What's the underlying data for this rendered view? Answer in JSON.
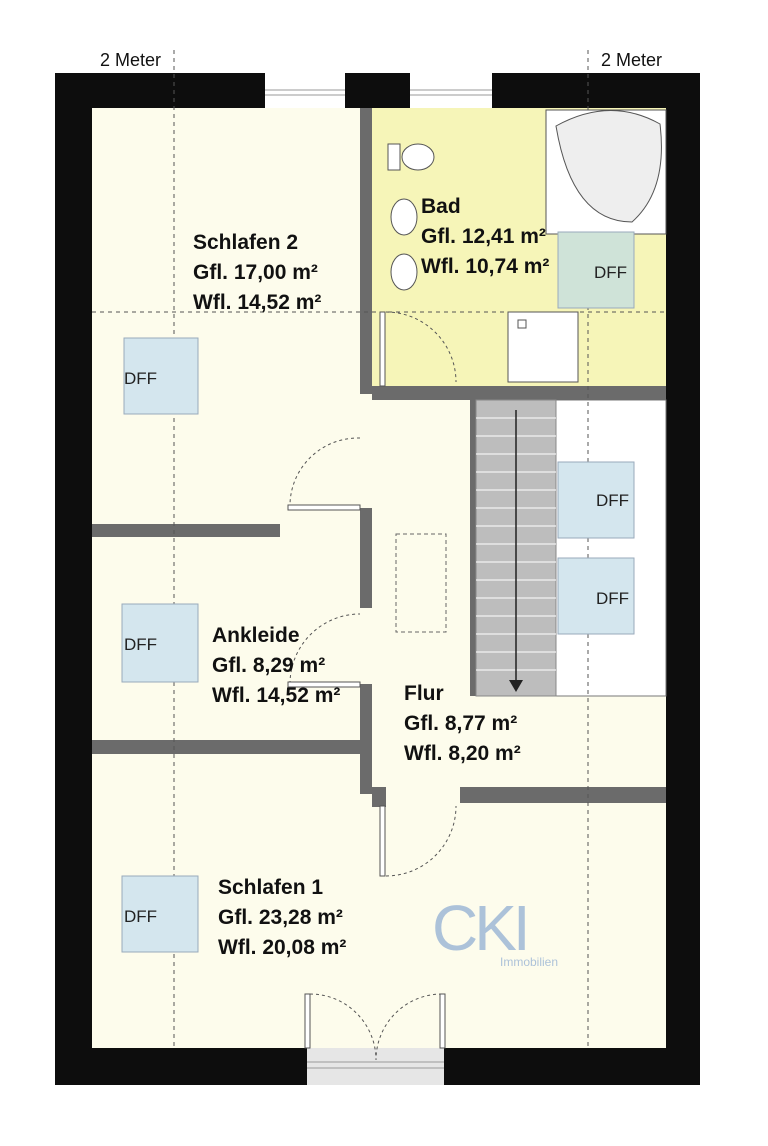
{
  "scale_labels": {
    "left": "2 Meter",
    "right": "2 Meter"
  },
  "rooms": {
    "schlafen2": {
      "name": "Schlafen 2",
      "gfl": "Gfl. 17,00 m²",
      "wfl": "Wfl. 14,52 m²"
    },
    "bad": {
      "name": "Bad",
      "gfl": "Gfl. 12,41 m²",
      "wfl": "Wfl. 10,74 m²"
    },
    "ankleide": {
      "name": "Ankleide",
      "gfl": "Gfl. 8,29 m²",
      "wfl": "Wfl. 14,52 m²"
    },
    "flur": {
      "name": "Flur",
      "gfl": "Gfl. 8,77 m²",
      "wfl": "Wfl. 8,20 m²"
    },
    "schlafen1": {
      "name": "Schlafen 1",
      "gfl": "Gfl. 23,28 m²",
      "wfl": "Wfl. 20,08 m²"
    }
  },
  "skylight_label": "DFF",
  "logo": {
    "letters": "CKI",
    "subtitle": "Immobilien"
  },
  "colors": {
    "wall": "#0d0d0d",
    "floor": "#fdfcec",
    "bath_floor": "#f6f5b8",
    "inner_wall": "#6b6b6b",
    "skylight": "#d4e6ee",
    "stairs": "#bdbdbd",
    "logo": "#9fb8d6"
  }
}
